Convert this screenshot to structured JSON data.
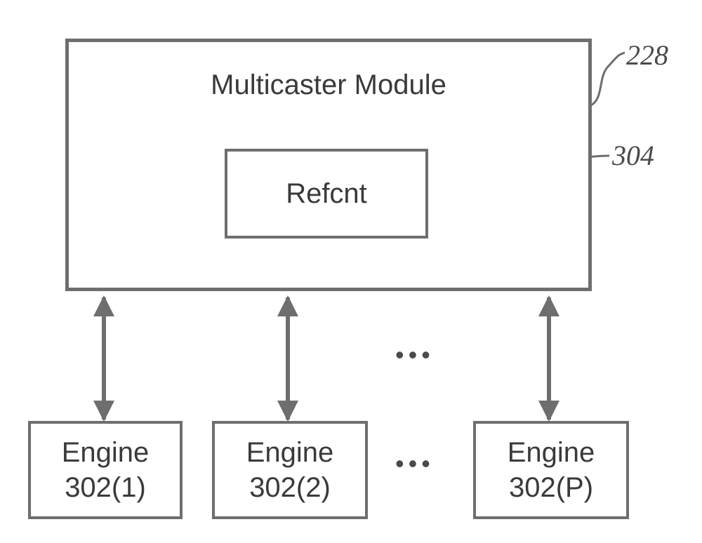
{
  "module": {
    "title": "Multicaster Module",
    "ref": "228"
  },
  "refcnt": {
    "label": "Refcnt",
    "ref": "304"
  },
  "engines": [
    {
      "line1": "Engine",
      "line2": "302(1)"
    },
    {
      "line1": "Engine",
      "line2": "302(2)"
    },
    {
      "line1": "Engine",
      "line2": "302(P)"
    }
  ],
  "ellipsis": "•••"
}
